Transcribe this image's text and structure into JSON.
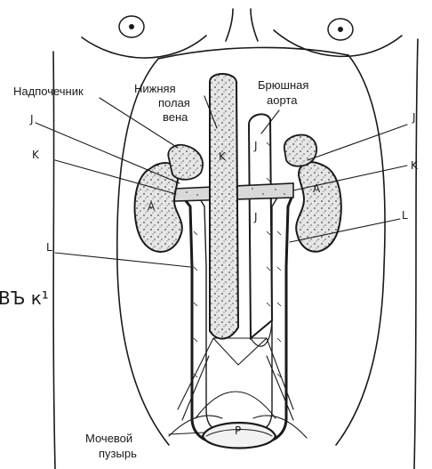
{
  "labels": {
    "adrenal": "Надпочечник",
    "ivc_1": "Нижняя",
    "ivc_2": "полая",
    "ivc_3": "вена",
    "aorta_1": "Брюшная",
    "aorta_2": "аорта",
    "bladder_1": "Мочевой",
    "bladder_2": "пузырь"
  },
  "letters": {
    "j_left": "J",
    "k_left": "K",
    "a_left": "A",
    "l_left": "L",
    "j_right": "J",
    "k_right": "K",
    "a_right": "A",
    "l_right": "L",
    "k_ivc": "K",
    "j_aorta_top": "J",
    "j_aorta_mid": "J",
    "p_bladder": "P"
  },
  "side_fragment": "ВЪ к¹"
}
